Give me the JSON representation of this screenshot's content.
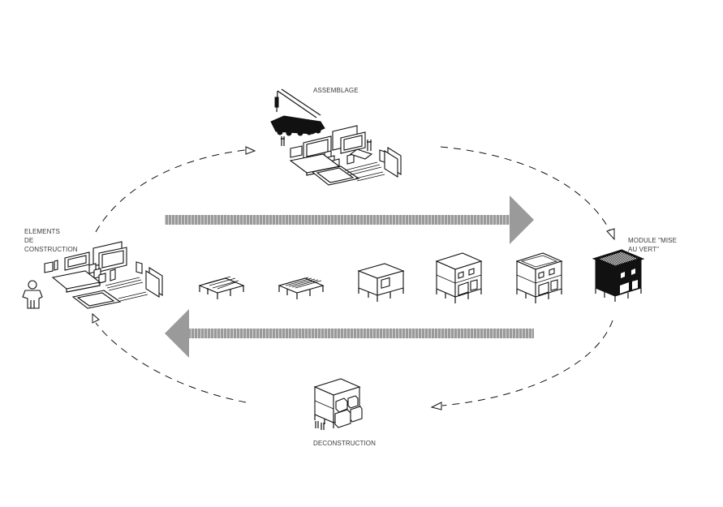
{
  "diagram": {
    "title": "",
    "stages": {
      "assemblage": {
        "label": "ASSEMBLAGE"
      },
      "elements": {
        "label_lines": [
          "ELEMENTS",
          "DE",
          "CONSTRUCTION"
        ]
      },
      "module": {
        "label_lines": [
          "MODULE \"MISE",
          "AU VERT\""
        ]
      },
      "deconstruction": {
        "label": "DECONSTRUCTION"
      }
    },
    "sequence": [
      {
        "id": "floor-frame",
        "description": "floor frame on posts"
      },
      {
        "id": "floor-deck",
        "description": "decked floor platform"
      },
      {
        "id": "walls-ground",
        "description": "ground level walls"
      },
      {
        "id": "two-storey-open",
        "description": "two storey module, open top"
      },
      {
        "id": "two-storey-roofed",
        "description": "two storey module with roof"
      },
      {
        "id": "module-green",
        "description": "finished module, filled black"
      }
    ],
    "flows": [
      {
        "from": "elements",
        "to": "assemblage",
        "style": "dashed-arc"
      },
      {
        "from": "assemblage",
        "to": "module",
        "style": "dashed-arc"
      },
      {
        "from": "module",
        "to": "deconstruction",
        "style": "dashed-arc"
      },
      {
        "from": "deconstruction",
        "to": "elements",
        "style": "dashed-arc"
      },
      {
        "direction": "right",
        "style": "grey-thick-arrow",
        "meaning": "construction"
      },
      {
        "direction": "left",
        "style": "grey-thick-arrow",
        "meaning": "deconstruction"
      }
    ],
    "colors": {
      "arrow_grey": "#9a9a9a",
      "ink": "#111111",
      "text": "#3a3a3a"
    }
  }
}
